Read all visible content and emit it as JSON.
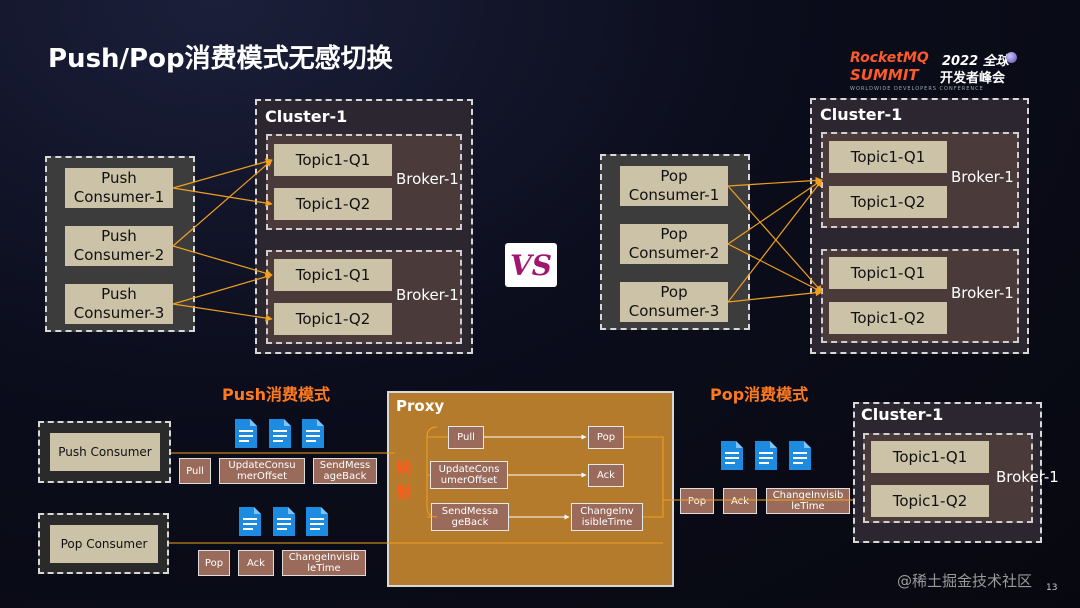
{
  "title": "Push/Pop消费模式无感切换",
  "logo": {
    "line1": "RocketMQ",
    "line2": "SUMMIT",
    "year": "2022 全球",
    "event": "开发者峰会",
    "subtitle": "WORLDWIDE DEVELOPERS CONFERENCE"
  },
  "vs": "VS",
  "left": {
    "cluster": "Cluster-1",
    "consumers": [
      "Push\nConsumer-1",
      "Push\nConsumer-2",
      "Push\nConsumer-3"
    ],
    "brokers": [
      {
        "name": "Broker-1",
        "queues": [
          "Topic1-Q1",
          "Topic1-Q2"
        ]
      },
      {
        "name": "Broker-1",
        "queues": [
          "Topic1-Q1",
          "Topic1-Q2"
        ]
      }
    ]
  },
  "right": {
    "cluster": "Cluster-1",
    "consumers": [
      "Pop\nConsumer-1",
      "Pop\nConsumer-2",
      "Pop\nConsumer-3"
    ],
    "brokers": [
      {
        "name": "Broker-1",
        "queues": [
          "Topic1-Q1",
          "Topic1-Q2"
        ]
      },
      {
        "name": "Broker-1",
        "queues": [
          "Topic1-Q1",
          "Topic1-Q2"
        ]
      }
    ]
  },
  "bottom": {
    "push_mode": "Push消费模式",
    "pop_mode": "Pop消费模式",
    "push_consumer": "Push Consumer",
    "pop_consumer": "Pop Consumer",
    "push_ops": [
      "Pull",
      "UpdateConsu\nmerOffset",
      "SendMess\nageBack"
    ],
    "pop_ops": [
      "Pop",
      "Ack",
      "ChangeInvisib\nleTime"
    ],
    "proxy": {
      "title": "Proxy",
      "mapping": "映\n射",
      "left_ops": [
        "Pull",
        "UpdateCons\numerOffset",
        "SendMessa\ngeBack"
      ],
      "right_ops": [
        "Pop",
        "Ack",
        "ChangeInv\nisibleTime"
      ]
    },
    "out_ops": [
      "Pop",
      "Ack",
      "ChangeInvisib\nleTime"
    ],
    "cluster": "Cluster-1",
    "broker": {
      "name": "Broker-1",
      "queues": [
        "Topic1-Q1",
        "Topic1-Q2"
      ]
    }
  },
  "watermark": "@稀土掘金技术社区",
  "page_number": "13",
  "colors": {
    "accent": "#ff7a1e",
    "arrow": "#f0a020",
    "proxy": "#b57b2c",
    "queue": "#cbc2a8"
  }
}
